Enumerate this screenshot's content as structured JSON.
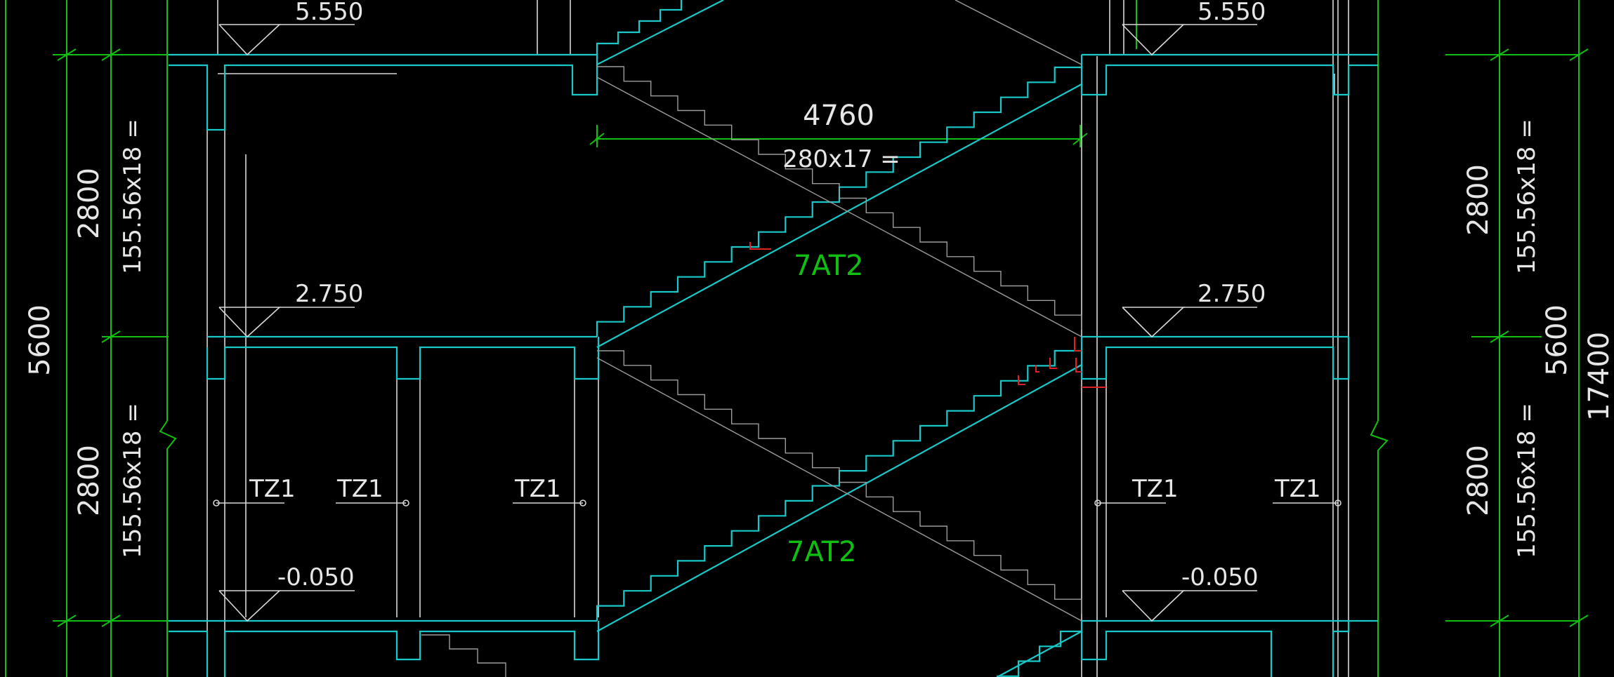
{
  "drawing": {
    "floor_dims": [
      "2800",
      "2800",
      "2800",
      "2800"
    ],
    "step_dims": [
      "155.56x18 =",
      "155.56x18 =",
      "155.56x18 =",
      "155.56x18 ="
    ],
    "span_dims": [
      "5600",
      "5600"
    ],
    "total_dim": "17400",
    "run_length": "4760",
    "tread_dim": "280x17 =",
    "elevations": [
      "5.550",
      "5.550",
      "2.750",
      "2.750",
      "-0.050",
      "-0.050"
    ],
    "stair_labels": [
      "7AT2",
      "7AT2"
    ],
    "column_tags": [
      "TZ1",
      "TZ1",
      "TZ1",
      "TZ1",
      "TZ1"
    ]
  },
  "colors": {
    "background": "#000000",
    "dimension_green": "#10c010",
    "slab_cyan": "#19c9c9",
    "outline_white": "#d8d8d8",
    "hatch_red": "#e02222"
  }
}
